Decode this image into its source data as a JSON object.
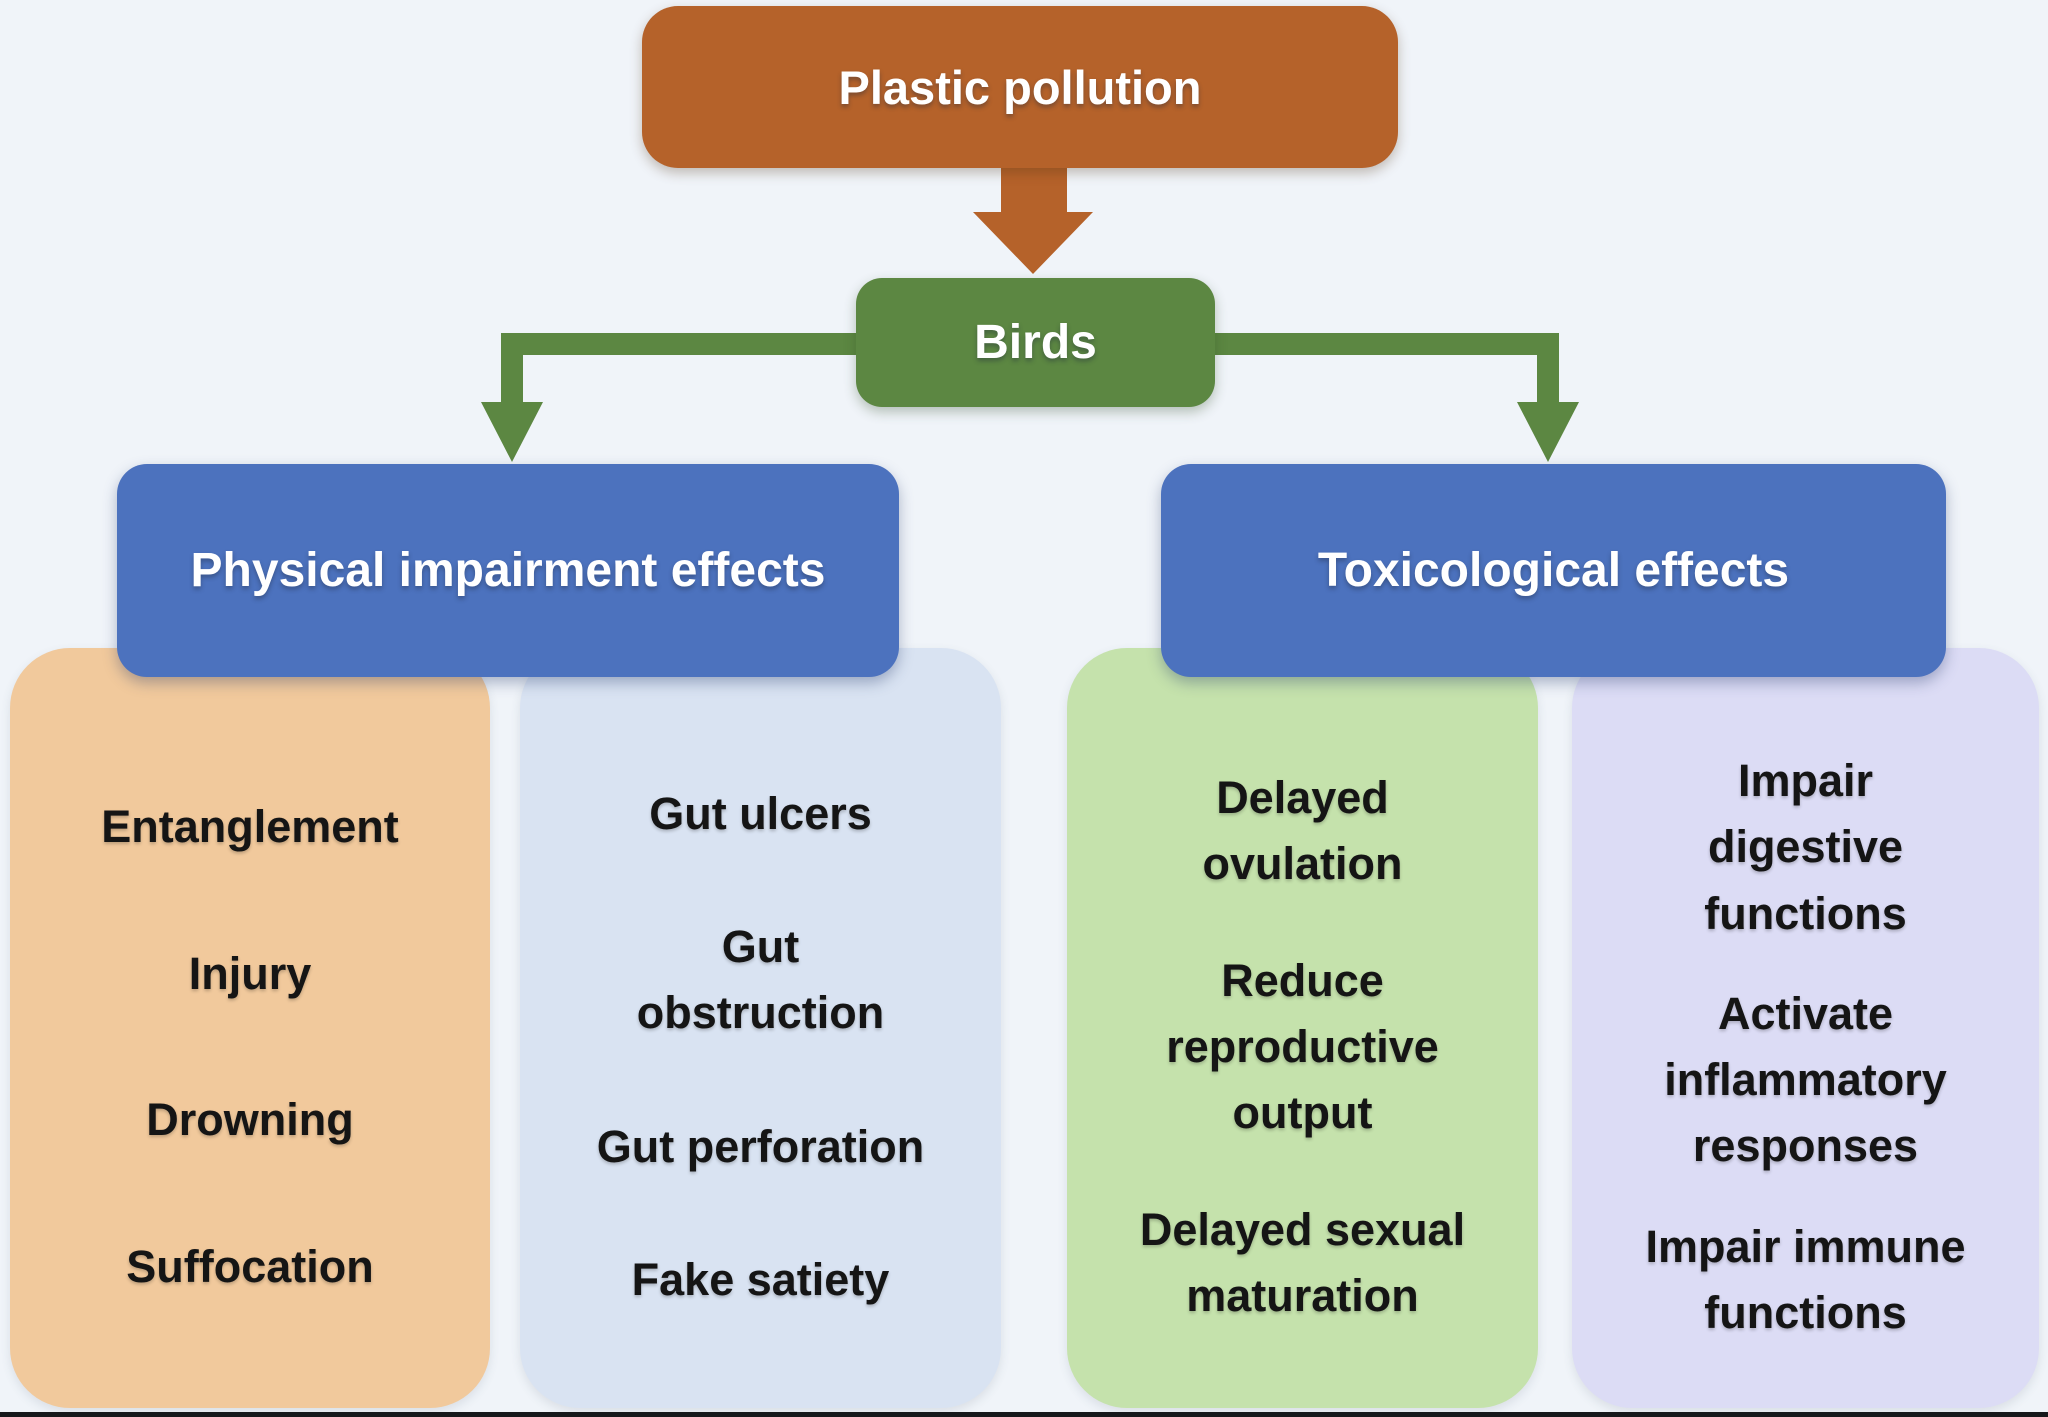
{
  "figure": {
    "title": "Plastic pollution",
    "subject": "Birds",
    "left_branch": {
      "header": "Physical impairment effects",
      "column1": {
        "items": [
          "Entanglement",
          "Injury",
          "Drowning",
          "Suffocation"
        ]
      },
      "column2": {
        "items": [
          "Gut ulcers",
          "Gut\nobstruction",
          "Gut perforation",
          "Fake satiety"
        ]
      }
    },
    "right_branch": {
      "header": "Toxicological effects",
      "column1": {
        "items": [
          "Delayed\novulation",
          "Reduce\nreproductive\noutput",
          "Delayed sexual\nmaturation"
        ]
      },
      "column2": {
        "items": [
          "Impair\ndigestive\nfunctions",
          "Activate\ninflammatory\nresponses",
          "Impair immune\nfunctions"
        ]
      }
    },
    "colors": {
      "background": "#f0f4f9",
      "root_box": "#b5622a",
      "subject_box": "#5c8742",
      "branch_header": "#4c72be",
      "column_tan": "#f1c99c",
      "column_light_blue": "#d9e3f2",
      "column_green": "#c5e2ac",
      "column_lavender": "#dcdcf5",
      "text_dark": "#151515",
      "text_light": "#ffffff"
    }
  }
}
